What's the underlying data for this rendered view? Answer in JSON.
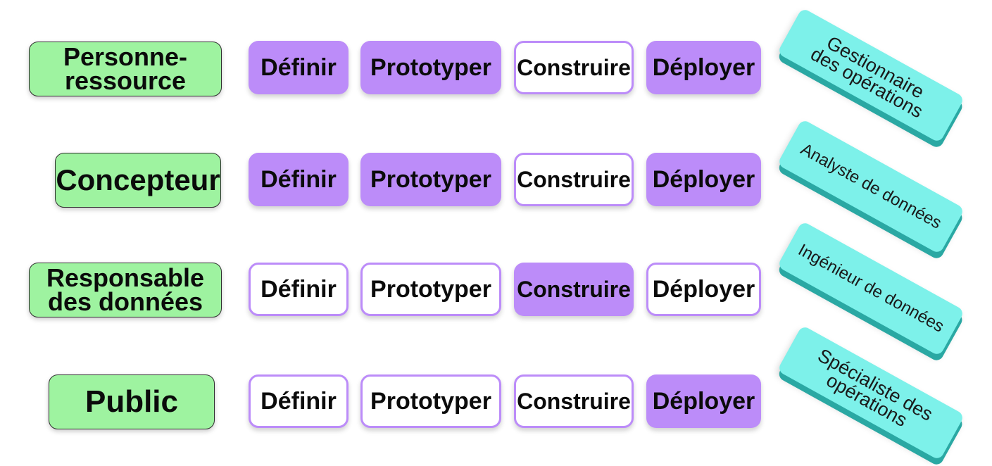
{
  "colors": {
    "role_fill": "#9ef3a0",
    "stage_active": "#bc8cf9",
    "stage_inactive_fill": "#ffffff",
    "stage_inactive_border": "#bc8cf9",
    "tag_fill": "#7df1ea"
  },
  "rows": [
    {
      "role": "Personne-\nressource",
      "stages": [
        {
          "label": "Définir",
          "active": true
        },
        {
          "label": "Prototyper",
          "active": true
        },
        {
          "label": "Construire",
          "active": false
        },
        {
          "label": "Déployer",
          "active": true
        }
      ],
      "tag": "Gestionnaire\ndes opérations"
    },
    {
      "role": "Concepteur",
      "stages": [
        {
          "label": "Définir",
          "active": true
        },
        {
          "label": "Prototyper",
          "active": true
        },
        {
          "label": "Construire",
          "active": false
        },
        {
          "label": "Déployer",
          "active": true
        }
      ],
      "tag": "Analyste de données"
    },
    {
      "role": "Responsable\ndes données",
      "stages": [
        {
          "label": "Définir",
          "active": false
        },
        {
          "label": "Prototyper",
          "active": false
        },
        {
          "label": "Construire",
          "active": true
        },
        {
          "label": "Déployer",
          "active": false
        }
      ],
      "tag": "Ingénieur de données"
    },
    {
      "role": "Public",
      "stages": [
        {
          "label": "Définir",
          "active": false
        },
        {
          "label": "Prototyper",
          "active": false
        },
        {
          "label": "Construire",
          "active": false
        },
        {
          "label": "Déployer",
          "active": true
        }
      ],
      "tag": "Spécialiste des\nopérations"
    }
  ]
}
